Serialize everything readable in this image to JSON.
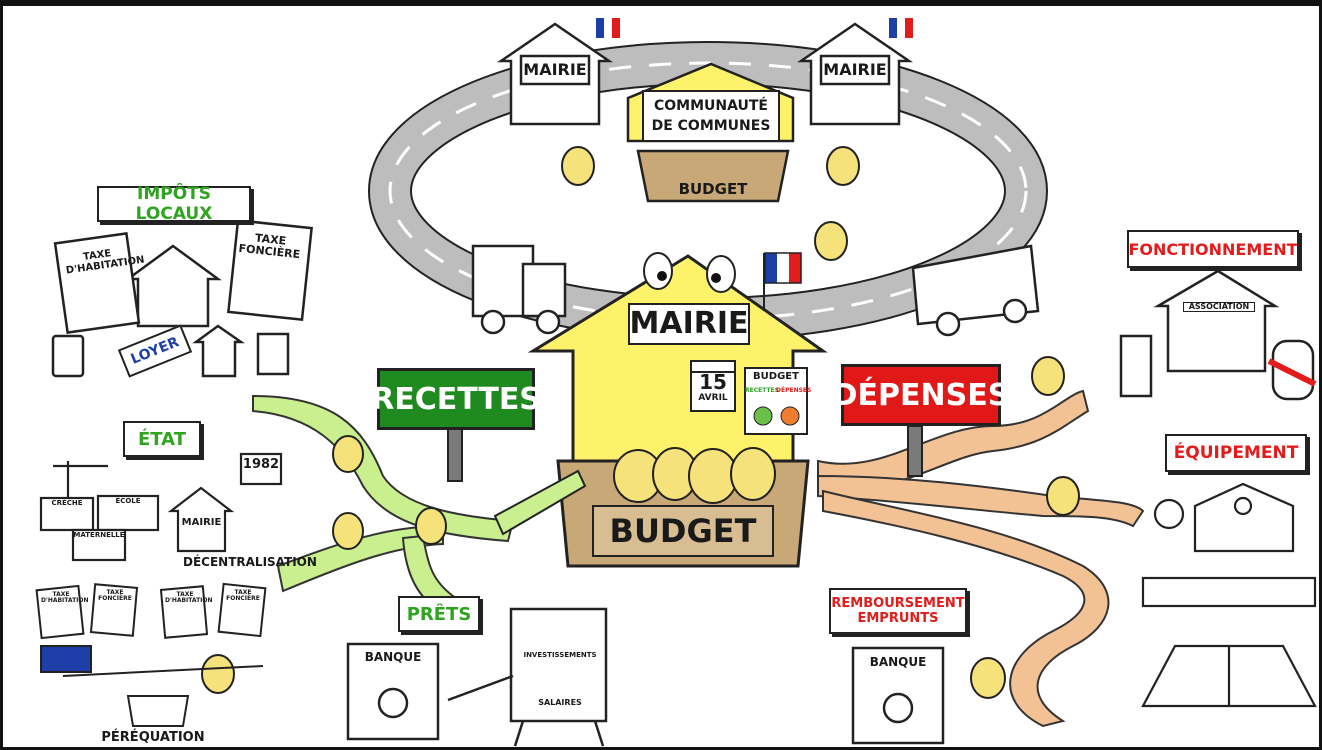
{
  "colors": {
    "road": "#b9b9b9",
    "mairie_yellow": "#fff26b",
    "budget_box": "#c9a878",
    "green_sign": "#1f8a1f",
    "red_sign": "#e01818",
    "green_branch": "#c9ef8e",
    "orange_branch": "#f2c295",
    "sack": "#f6e27a"
  },
  "center": {
    "mairie": "MAIRIE",
    "budget": "BUDGET",
    "calendar_day": "15",
    "calendar_month": "AVRIL",
    "doc_title": "BUDGET",
    "doc_recettes": "RECETTES",
    "doc_depenses": "DÉPENSES"
  },
  "top": {
    "mairie_left": "MAIRIE",
    "mairie_right": "MAIRIE",
    "communaute": "COMMUNAUTÉ DE COMMUNES",
    "budget": "BUDGET"
  },
  "signs": {
    "recettes": "RECETTES",
    "depenses": "DÉPENSES"
  },
  "left": {
    "impots_title": "IMPÔTS LOCAUX",
    "taxe_habitation": "TAXE D'HABITATION",
    "taxe_fonciere": "TAXE FONCIÈRE",
    "loyer": "LOYER",
    "etat_title": "ÉTAT",
    "decentralisation": "DÉCENTRALISATION",
    "year": "1982",
    "creche": "CRÈCHE",
    "ecole": "ÉCOLE",
    "maternelle": "MATERNELLE",
    "mairie_small": "MAIRIE",
    "perequation": "PÉRÉQUATION",
    "taxe_small_1": "TAXE D'HABITATION",
    "taxe_small_2": "TAXE FONCIÈRE",
    "taxe_small_3": "TAXE D'HABITATION",
    "taxe_small_4": "TAXE FONCIÈRE"
  },
  "bottom": {
    "prets_title": "PRÊTS",
    "banque_left": "BANQUE",
    "investissements": "INVESTISSEMENTS",
    "salaires": "SALAIRES",
    "remboursement": "REMBOURSEMENT EMPRUNTS",
    "banque_right": "BANQUE"
  },
  "right": {
    "fonctionnement": "FONCTIONNEMENT",
    "association": "ASSOCIATION",
    "equipement": "ÉQUIPEMENT"
  }
}
